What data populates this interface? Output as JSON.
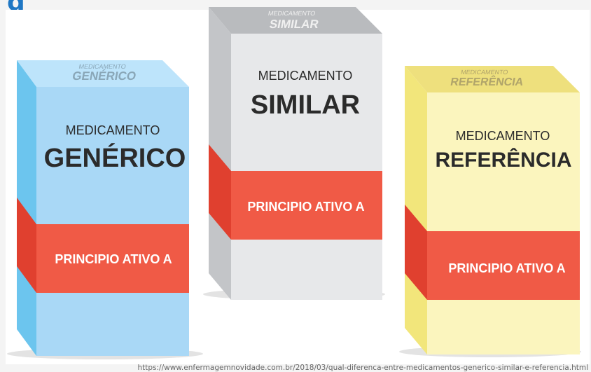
{
  "header_fragment": "g",
  "boxes": {
    "generico": {
      "top_small": "MEDICAMENTO",
      "top_big": "GENÉRICO",
      "label_small": "MEDICAMENTO",
      "label_big": "GENÉRICO",
      "band": "PRINCIPIO ATIVO A",
      "colors": {
        "front": "#a9d8f6",
        "side": "#6cc5ee",
        "top": "#bde4fb",
        "band_front": "#f05a46",
        "band_side": "#e0402f"
      }
    },
    "similar": {
      "top_small": "MEDICAMENTO",
      "top_big": "SIMILAR",
      "label_small": "MEDICAMENTO",
      "label_big": "SIMILAR",
      "band": "PRINCIPIO ATIVO A",
      "colors": {
        "front": "#e7e8ea",
        "side": "#c3c5c8",
        "top": "#b9bbbe",
        "band_front": "#f05a46",
        "band_side": "#e0402f"
      }
    },
    "referencia": {
      "top_small": "MEDICAMENTO",
      "top_big": "REFERÊNCIA",
      "label_small": "MEDICAMENTO",
      "label_big": "REFERÊNCIA",
      "band": "PRINCIPIO ATIVO A",
      "colors": {
        "front": "#fbf5be",
        "side": "#f2e67b",
        "top": "#eee07d",
        "band_front": "#f05a46",
        "band_side": "#e0402f"
      }
    }
  },
  "source_url": "https://www.enfermagemnovidade.com.br/2018/03/qual-diferenca-entre-medicamentos-generico-similar-e-referencia.html"
}
